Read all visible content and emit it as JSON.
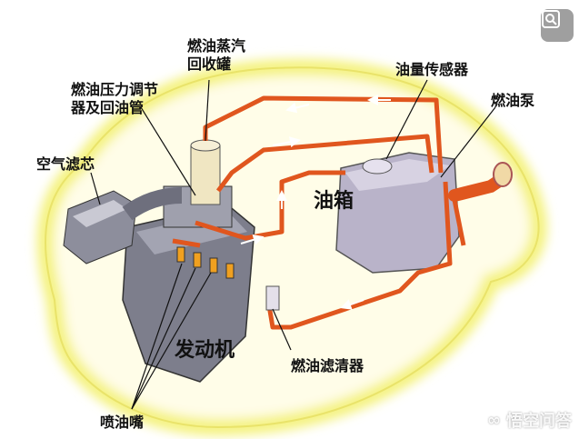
{
  "title": "汽车燃油系统示意图",
  "labels": {
    "canister_1": "燃油蒸汽",
    "canister_2": "回收罐",
    "regulator_1": "燃油压力调节",
    "regulator_2": "器及回油管",
    "fuel_gauge_sensor": "油量传感器",
    "fuel_pump": "燃油泵",
    "air_filter": "空气滤芯",
    "fuel_tank": "油箱",
    "engine": "发动机",
    "fuel_filter": "燃油滤清器",
    "injector": "喷油嘴"
  },
  "watermark": "悟空问答",
  "colors": {
    "pipe": "#e0561e",
    "glow": "#f4f27a",
    "tank": "#b9b3c9",
    "engine": "#7d7e8c"
  }
}
